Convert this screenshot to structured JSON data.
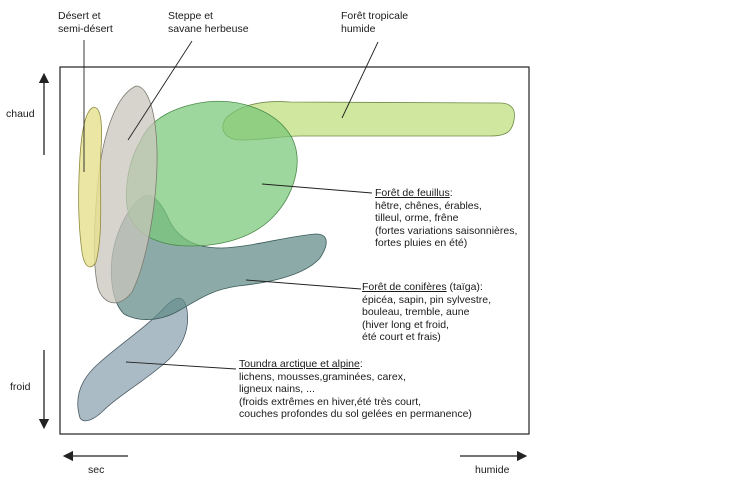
{
  "axes": {
    "y_top": "chaud",
    "y_bottom": "froid",
    "x_left": "sec",
    "x_right": "humide"
  },
  "biomes": {
    "desert": {
      "line1": "Désert et",
      "line2": "semi-désert",
      "color": "#e6e08f"
    },
    "steppe": {
      "line1": "Steppe et",
      "line2": "savane herbeuse",
      "color": "#c8c5bb"
    },
    "tropical": {
      "line1": "Forêt tropicale",
      "line2": "humide",
      "color": "#c6e28a"
    },
    "deciduous": {
      "title": "Forêt de feuillus",
      "after_title": ":",
      "lines": [
        "hêtre, chênes, érables,",
        "tilleul, orme, frêne",
        "(fortes variations saisonnières,",
        "fortes pluies en été)"
      ],
      "color": "#79c777"
    },
    "conifer": {
      "title": "Forêt de conifères",
      "after_title": " (taïga):",
      "lines": [
        "épicéa, sapin, pin sylvestre,",
        "bouleau, tremble, aune",
        "(hiver long et froid,",
        "été court et frais)"
      ],
      "color": "#5f8b87"
    },
    "tundra": {
      "title": "Toundra arctique et alpine",
      "after_title": ":",
      "lines": [
        "lichens, mousses,graminées, carex,",
        "ligneux nains, ...",
        "(froids extrêmes en hiver,été très court,",
        "couches profondes du sol gelées en permanence)"
      ],
      "color": "#7c96a6"
    }
  }
}
